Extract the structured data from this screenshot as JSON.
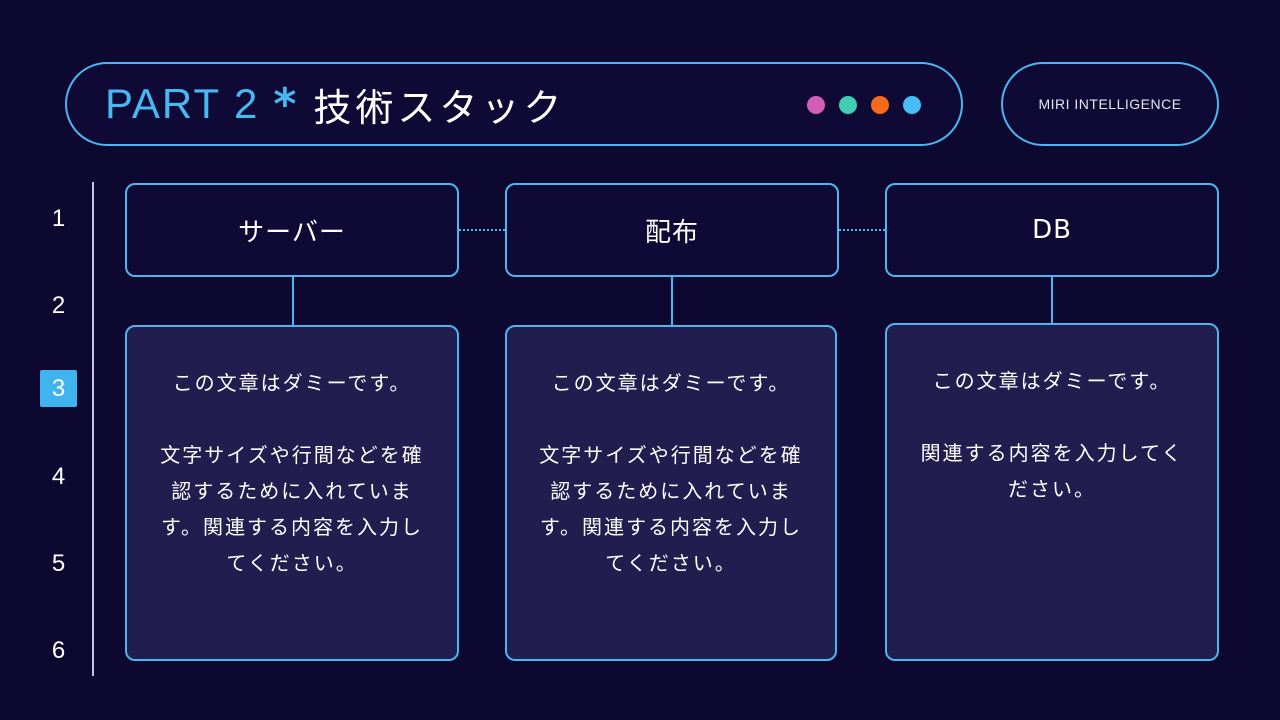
{
  "header": {
    "part_label": "PART 2",
    "star": "*",
    "title": "技術スタック",
    "dots": [
      {
        "name": "pink",
        "color": "#d45db4"
      },
      {
        "name": "teal",
        "color": "#3fcfb0"
      },
      {
        "name": "orange",
        "color": "#f76a1b"
      },
      {
        "name": "blue",
        "color": "#46bdf5"
      }
    ],
    "brand": "MIRI INTELLIGENCE"
  },
  "steps": {
    "items": [
      "1",
      "2",
      "3",
      "4",
      "5",
      "6"
    ],
    "active_index": 2
  },
  "columns": [
    {
      "heading": "サーバー",
      "lines": [
        "この文章はダミーです。",
        "",
        "文字サイズや行間などを確",
        "認するために入れていま",
        "す。関連する内容を入力し",
        "てください。"
      ]
    },
    {
      "heading": "配布",
      "lines": [
        "この文章はダミーです。",
        "",
        "文字サイズや行間などを確",
        "認するために入れていま",
        "す。関連する内容を入力し",
        "てください。"
      ]
    },
    {
      "heading": "DB",
      "lines": [
        "この文章はダミーです。",
        "",
        "関連する内容を入力してく",
        "ださい。"
      ]
    }
  ],
  "colors": {
    "background": "#0c0830",
    "accent": "#4bb6ef",
    "card": "#221d4f",
    "active_step": "#3fb4ef"
  }
}
